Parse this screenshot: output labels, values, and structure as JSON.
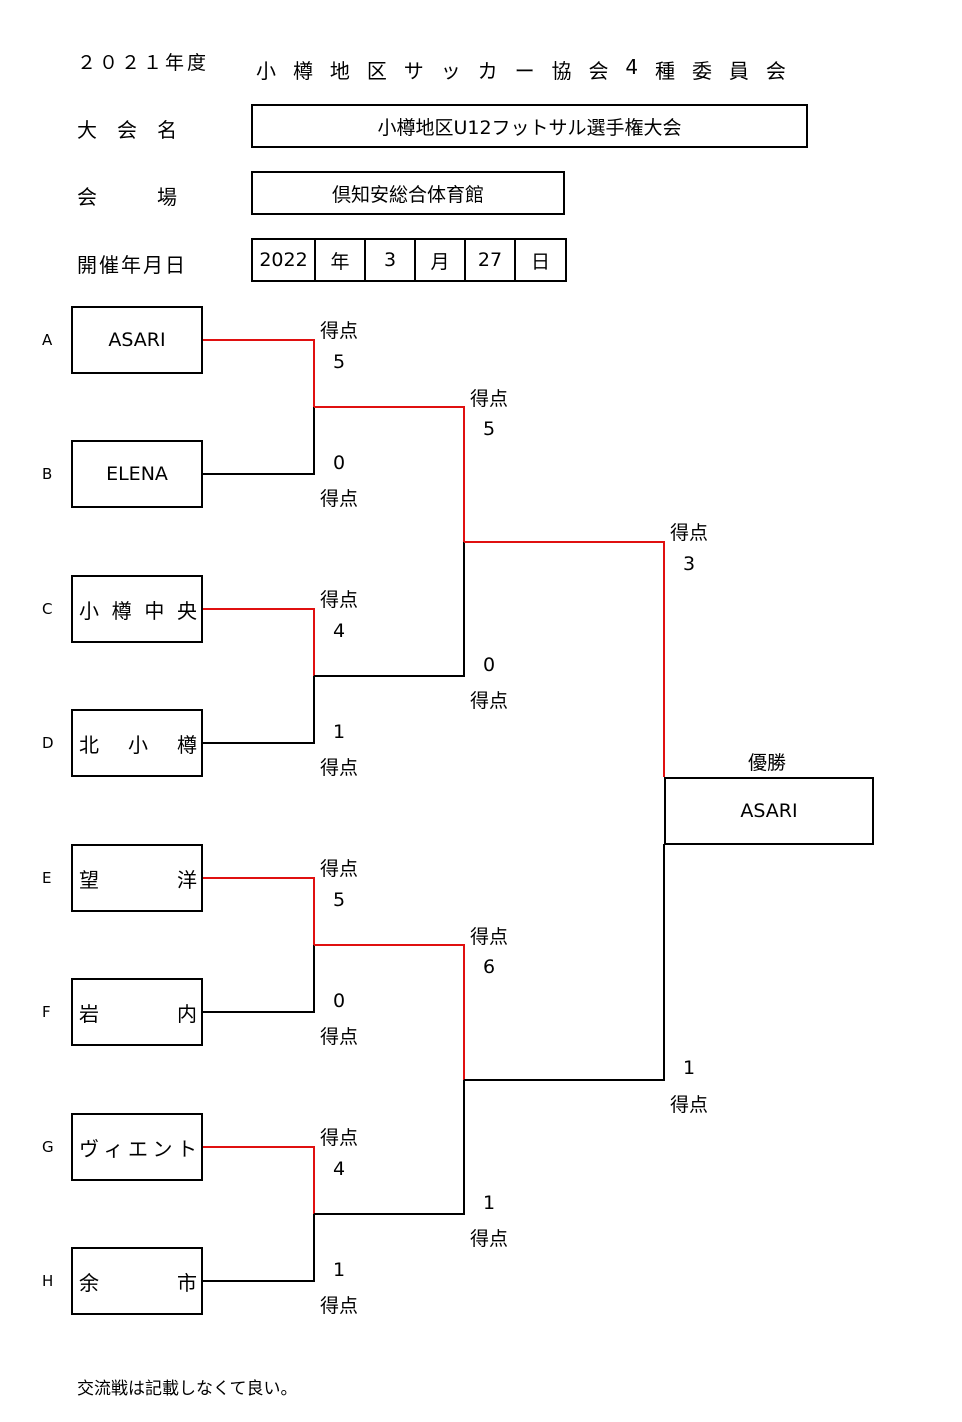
{
  "header": {
    "year": "２０２１年度",
    "organization": [
      "小",
      "樽",
      "地",
      "区",
      "サ",
      "ッ",
      "カ",
      "ー",
      "協",
      "会",
      "4",
      "種",
      "委",
      "員",
      "会"
    ],
    "tournament_label": "大　会　名",
    "tournament_name": "小樽地区U12フットサル選手権大会",
    "venue_label": "会　　　場",
    "venue_name": "倶知安総合体育館",
    "date_label": "開催年月日",
    "date_cells": [
      "2022",
      "年",
      "3",
      "月",
      "27",
      "日"
    ]
  },
  "teams": [
    {
      "letter": "A",
      "parts": [
        "ASARI"
      ]
    },
    {
      "letter": "B",
      "parts": [
        "ELENA"
      ]
    },
    {
      "letter": "C",
      "parts": [
        "小",
        "樽",
        "中",
        "央"
      ]
    },
    {
      "letter": "D",
      "parts": [
        "北",
        "小",
        "樽"
      ]
    },
    {
      "letter": "E",
      "parts": [
        "望",
        "洋"
      ]
    },
    {
      "letter": "F",
      "parts": [
        "岩",
        "内"
      ]
    },
    {
      "letter": "G",
      "parts": [
        "ヴ",
        "ィ",
        "エ",
        "ン",
        "ト"
      ]
    },
    {
      "letter": "H",
      "parts": [
        "余",
        "市"
      ]
    }
  ],
  "score_label": "得点",
  "scores": {
    "r1": [
      "5",
      "0",
      "4",
      "1",
      "5",
      "0",
      "4",
      "1"
    ],
    "r2": [
      "5",
      "0",
      "6",
      "1"
    ],
    "final": [
      "3",
      "1"
    ]
  },
  "champion_label": "優勝",
  "champion": "ASARI",
  "footnote": "交流戦は記載しなくて良い。",
  "colors": {
    "winner_line": "#e01010",
    "loser_line": "#000000"
  }
}
